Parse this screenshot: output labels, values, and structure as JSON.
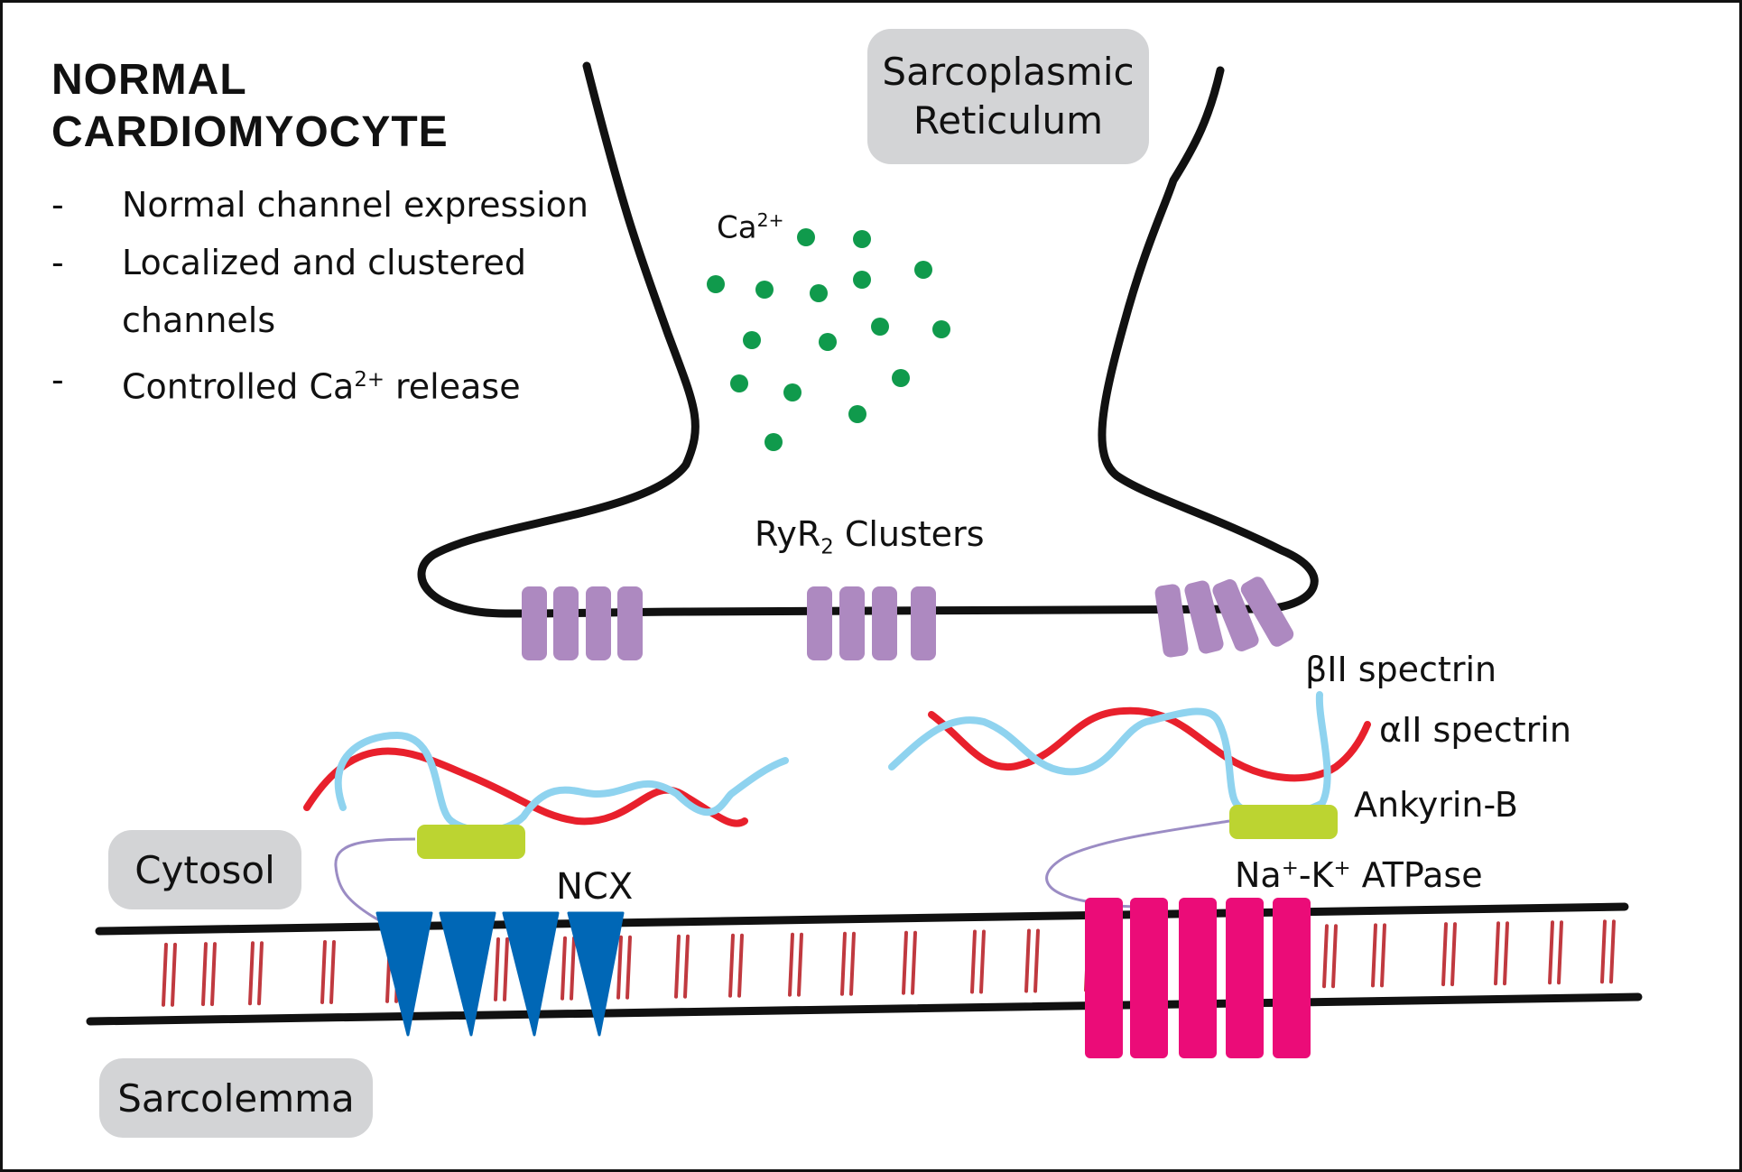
{
  "heading": [
    "NORMAL",
    "CARDIOMYOCYTE"
  ],
  "bullets": [
    {
      "dash": "-",
      "lines": [
        "Normal channel expression"
      ]
    },
    {
      "dash": "-",
      "lines": [
        "Localized and clustered",
        "channels"
      ]
    },
    {
      "dash": "-",
      "text": "Controlled Ca",
      "sup": "2+",
      "rest": " release"
    }
  ],
  "labels": {
    "sr_line1": "Sarcoplasmic",
    "sr_line2": "Reticulum",
    "ca": "Ca",
    "ca_sup": "2+",
    "ryr_pre": "RyR",
    "ryr_sub": "2",
    "ryr_post": " Clusters",
    "beta_spectrin": "βII spectrin",
    "alpha_spectrin": "αII spectrin",
    "ankyrin": "Ankyrin-B",
    "nak_na": "Na",
    "nak_na_sup": "+",
    "nak_k": "-K",
    "nak_k_sup": "+",
    "nak_rest": " ATPase",
    "ncx": "NCX",
    "cytosol": "Cytosol",
    "sarcolemma": "Sarcolemma"
  },
  "colors": {
    "membrane": "#111111",
    "calcium": "#109a4c",
    "ryr2": "#ad89c0",
    "alpha_spectrin": "#e8202c",
    "beta_spectrin": "#8fd3ef",
    "ankyrin": "#bcd431",
    "ncx": "#0067b6",
    "nak_atpase": "#eb0c78",
    "bilayer_lipid": "#c0393f",
    "tether": "#9b8cc4",
    "label_box": "#d3d4d6"
  }
}
